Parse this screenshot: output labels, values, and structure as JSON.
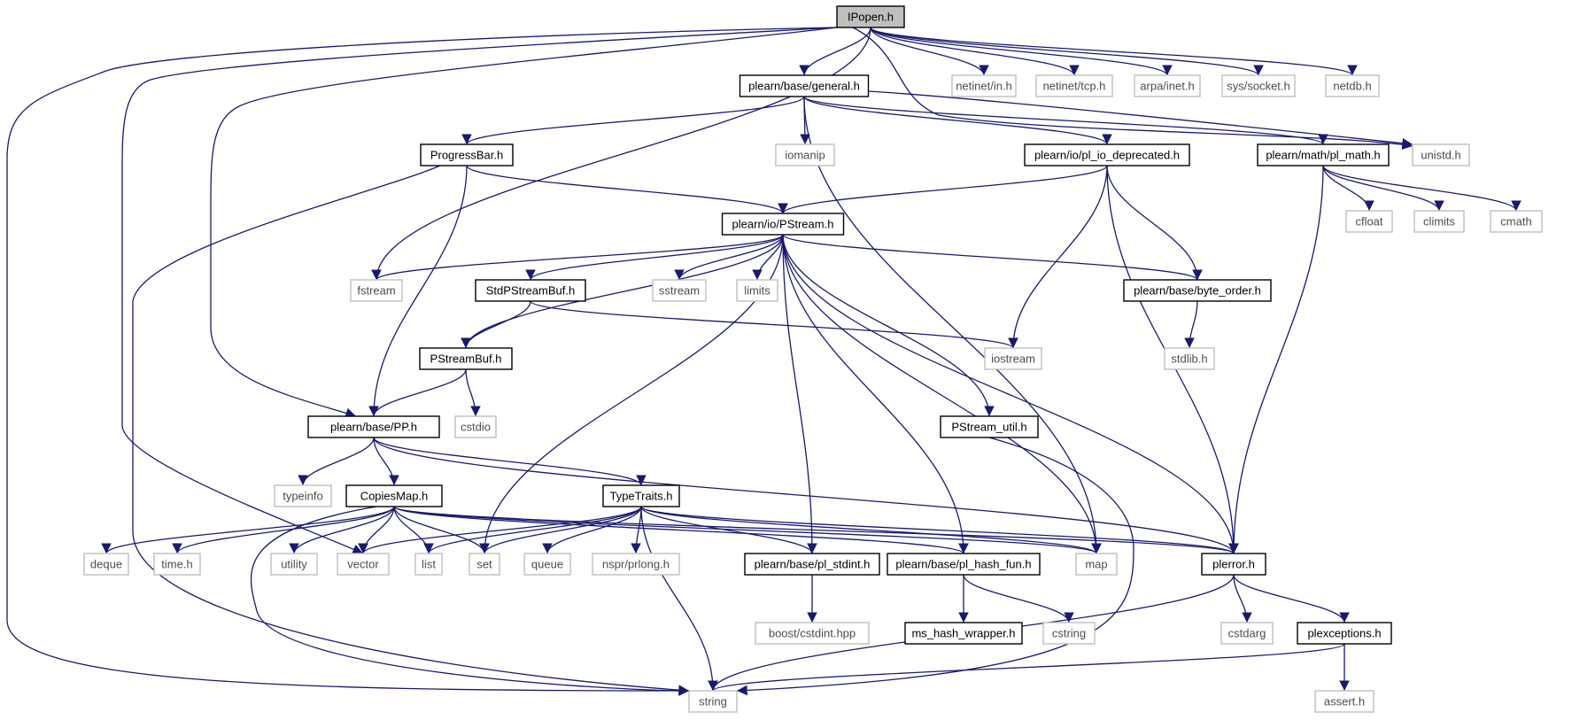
{
  "colors": {
    "edge": "#191970",
    "root_fill": "#bfbfbf",
    "node_stroke": "#000000",
    "external_stroke": "#bfbfbf",
    "external_text": "#4d4d4d",
    "node_text": "#000000"
  },
  "nodes": [
    {
      "id": "ipopen",
      "label": "IPopen.h",
      "kind": "root"
    },
    {
      "id": "general",
      "label": "plearn/base/general.h",
      "kind": "local"
    },
    {
      "id": "netinet_in",
      "label": "netinet/in.h",
      "kind": "external"
    },
    {
      "id": "netinet_tcp",
      "label": "netinet/tcp.h",
      "kind": "external"
    },
    {
      "id": "arpa_inet",
      "label": "arpa/inet.h",
      "kind": "external"
    },
    {
      "id": "sys_socket",
      "label": "sys/socket.h",
      "kind": "external"
    },
    {
      "id": "netdb",
      "label": "netdb.h",
      "kind": "external"
    },
    {
      "id": "progressbar",
      "label": "ProgressBar.h",
      "kind": "local"
    },
    {
      "id": "iomanip",
      "label": "iomanip",
      "kind": "external"
    },
    {
      "id": "io_deprecated",
      "label": "plearn/io/pl_io_deprecated.h",
      "kind": "local"
    },
    {
      "id": "pl_math",
      "label": "plearn/math/pl_math.h",
      "kind": "local"
    },
    {
      "id": "unistd",
      "label": "unistd.h",
      "kind": "external"
    },
    {
      "id": "cfloat",
      "label": "cfloat",
      "kind": "external"
    },
    {
      "id": "climits",
      "label": "climits",
      "kind": "external"
    },
    {
      "id": "cmath",
      "label": "cmath",
      "kind": "external"
    },
    {
      "id": "pstream",
      "label": "plearn/io/PStream.h",
      "kind": "local"
    },
    {
      "id": "fstream",
      "label": "fstream",
      "kind": "external"
    },
    {
      "id": "stdpstreambuf",
      "label": "StdPStreamBuf.h",
      "kind": "local"
    },
    {
      "id": "sstream",
      "label": "sstream",
      "kind": "external"
    },
    {
      "id": "limits",
      "label": "limits",
      "kind": "external"
    },
    {
      "id": "byte_order",
      "label": "plearn/base/byte_order.h",
      "kind": "local"
    },
    {
      "id": "iostream",
      "label": "iostream",
      "kind": "external"
    },
    {
      "id": "stdlib",
      "label": "stdlib.h",
      "kind": "external"
    },
    {
      "id": "pstreambuf",
      "label": "PStreamBuf.h",
      "kind": "local"
    },
    {
      "id": "cstdio",
      "label": "cstdio",
      "kind": "external"
    },
    {
      "id": "pp",
      "label": "plearn/base/PP.h",
      "kind": "local"
    },
    {
      "id": "pstream_util",
      "label": "PStream_util.h",
      "kind": "local"
    },
    {
      "id": "typeinfo",
      "label": "typeinfo",
      "kind": "external"
    },
    {
      "id": "copiesmap",
      "label": "CopiesMap.h",
      "kind": "local"
    },
    {
      "id": "typetraits",
      "label": "TypeTraits.h",
      "kind": "local"
    },
    {
      "id": "deque",
      "label": "deque",
      "kind": "external"
    },
    {
      "id": "time",
      "label": "time.h",
      "kind": "external"
    },
    {
      "id": "utility",
      "label": "utility",
      "kind": "external"
    },
    {
      "id": "vector",
      "label": "vector",
      "kind": "external"
    },
    {
      "id": "list",
      "label": "list",
      "kind": "external"
    },
    {
      "id": "set",
      "label": "set",
      "kind": "external"
    },
    {
      "id": "queue",
      "label": "queue",
      "kind": "external"
    },
    {
      "id": "prlong",
      "label": "nspr/prlong.h",
      "kind": "external"
    },
    {
      "id": "pl_stdint",
      "label": "plearn/base/pl_stdint.h",
      "kind": "local"
    },
    {
      "id": "pl_hash_fun",
      "label": "plearn/base/pl_hash_fun.h",
      "kind": "local"
    },
    {
      "id": "map",
      "label": "map",
      "kind": "external"
    },
    {
      "id": "plerror",
      "label": "plerror.h",
      "kind": "local"
    },
    {
      "id": "boost_cstdint",
      "label": "boost/cstdint.hpp",
      "kind": "external"
    },
    {
      "id": "ms_hash_wrapper",
      "label": "ms_hash_wrapper.h",
      "kind": "local"
    },
    {
      "id": "cstring",
      "label": "cstring",
      "kind": "external"
    },
    {
      "id": "cstdarg",
      "label": "cstdarg",
      "kind": "external"
    },
    {
      "id": "plexceptions",
      "label": "plexceptions.h",
      "kind": "local"
    },
    {
      "id": "string",
      "label": "string",
      "kind": "external"
    },
    {
      "id": "assert",
      "label": "assert.h",
      "kind": "external"
    }
  ],
  "edges": [
    [
      "ipopen",
      "general"
    ],
    [
      "ipopen",
      "netinet_in"
    ],
    [
      "ipopen",
      "netinet_tcp"
    ],
    [
      "ipopen",
      "arpa_inet"
    ],
    [
      "ipopen",
      "sys_socket"
    ],
    [
      "ipopen",
      "netdb"
    ],
    [
      "ipopen",
      "unistd"
    ],
    [
      "ipopen",
      "fstream"
    ],
    [
      "ipopen",
      "pp"
    ],
    [
      "ipopen",
      "vector"
    ],
    [
      "ipopen",
      "string"
    ],
    [
      "general",
      "progressbar"
    ],
    [
      "general",
      "iomanip"
    ],
    [
      "general",
      "io_deprecated"
    ],
    [
      "general",
      "pl_math"
    ],
    [
      "general",
      "unistd"
    ],
    [
      "general",
      "map"
    ],
    [
      "progressbar",
      "pstream"
    ],
    [
      "progressbar",
      "pp"
    ],
    [
      "progressbar",
      "string"
    ],
    [
      "io_deprecated",
      "pstream"
    ],
    [
      "io_deprecated",
      "byte_order"
    ],
    [
      "io_deprecated",
      "iostream"
    ],
    [
      "io_deprecated",
      "plerror"
    ],
    [
      "pl_math",
      "cfloat"
    ],
    [
      "pl_math",
      "climits"
    ],
    [
      "pl_math",
      "cmath"
    ],
    [
      "pl_math",
      "plerror"
    ],
    [
      "pstream",
      "fstream"
    ],
    [
      "pstream",
      "stdpstreambuf"
    ],
    [
      "pstream",
      "sstream"
    ],
    [
      "pstream",
      "limits"
    ],
    [
      "pstream",
      "byte_order"
    ],
    [
      "pstream",
      "pstreambuf"
    ],
    [
      "pstream",
      "set"
    ],
    [
      "pstream",
      "pl_stdint"
    ],
    [
      "pstream",
      "pl_hash_fun"
    ],
    [
      "pstream",
      "map"
    ],
    [
      "pstream",
      "pstream_util"
    ],
    [
      "pstream",
      "plerror"
    ],
    [
      "stdpstreambuf",
      "pstreambuf"
    ],
    [
      "stdpstreambuf",
      "iostream"
    ],
    [
      "byte_order",
      "stdlib"
    ],
    [
      "pstreambuf",
      "pp"
    ],
    [
      "pstreambuf",
      "cstdio"
    ],
    [
      "pp",
      "typeinfo"
    ],
    [
      "pp",
      "copiesmap"
    ],
    [
      "pp",
      "typetraits"
    ],
    [
      "pp",
      "plerror"
    ],
    [
      "pstream_util",
      "string"
    ],
    [
      "copiesmap",
      "deque"
    ],
    [
      "copiesmap",
      "time"
    ],
    [
      "copiesmap",
      "utility"
    ],
    [
      "copiesmap",
      "vector"
    ],
    [
      "copiesmap",
      "list"
    ],
    [
      "copiesmap",
      "set"
    ],
    [
      "copiesmap",
      "pl_hash_fun"
    ],
    [
      "copiesmap",
      "map"
    ],
    [
      "copiesmap",
      "plerror"
    ],
    [
      "copiesmap",
      "string"
    ],
    [
      "typetraits",
      "vector"
    ],
    [
      "typetraits",
      "list"
    ],
    [
      "typetraits",
      "set"
    ],
    [
      "typetraits",
      "queue"
    ],
    [
      "typetraits",
      "prlong"
    ],
    [
      "typetraits",
      "pl_stdint"
    ],
    [
      "typetraits",
      "map"
    ],
    [
      "typetraits",
      "plerror"
    ],
    [
      "typetraits",
      "string"
    ],
    [
      "pl_stdint",
      "boost_cstdint"
    ],
    [
      "pl_hash_fun",
      "ms_hash_wrapper"
    ],
    [
      "pl_hash_fun",
      "cstring"
    ],
    [
      "plerror",
      "cstdarg"
    ],
    [
      "plerror",
      "plexceptions"
    ],
    [
      "plerror",
      "string"
    ],
    [
      "plexceptions",
      "string"
    ],
    [
      "plexceptions",
      "assert"
    ]
  ]
}
